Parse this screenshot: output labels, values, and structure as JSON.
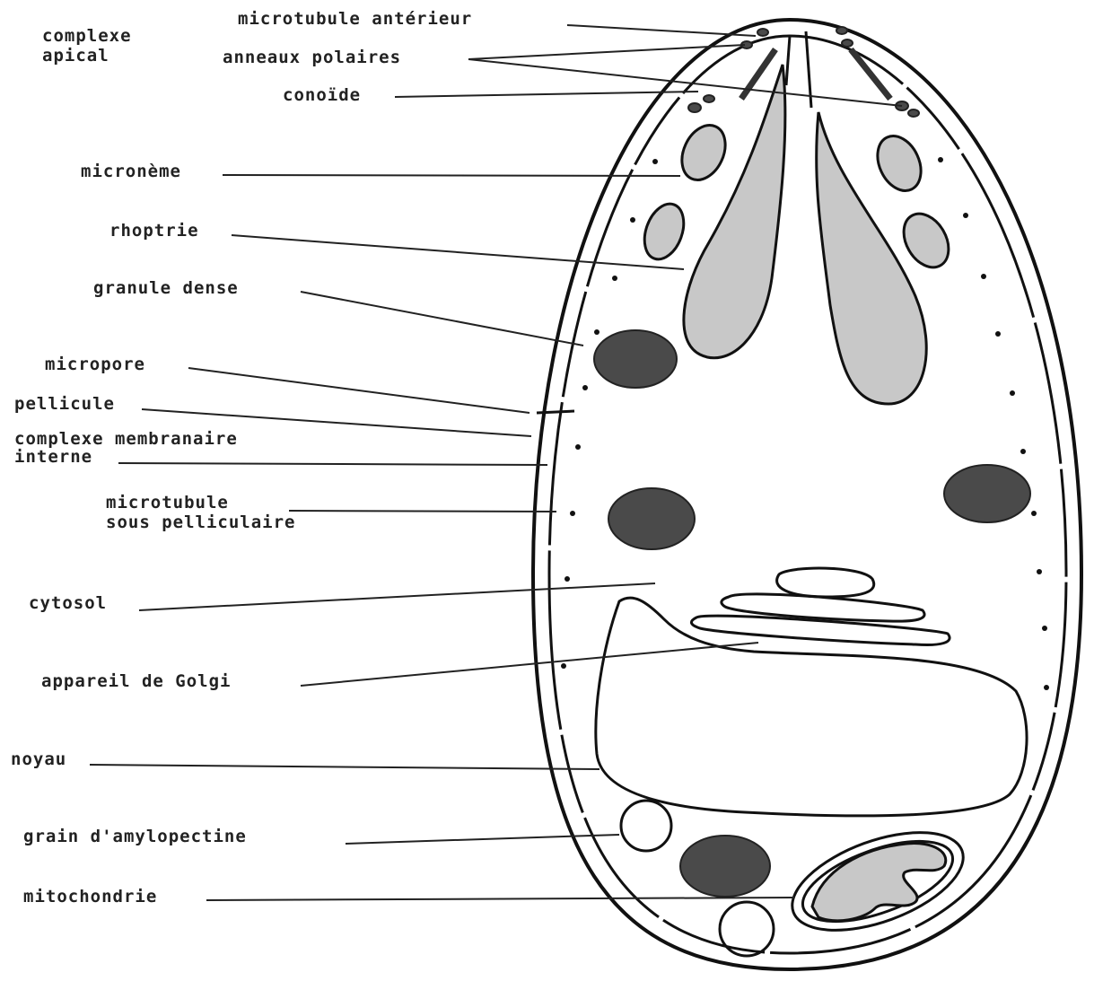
{
  "labels": {
    "apical_complex_1": "complexe",
    "apical_complex_2": "apical",
    "anterior_microtubule": "microtubule antérieur",
    "polar_rings": "anneaux polaires",
    "conoid": "conoïde",
    "microneme": "micronème",
    "rhoptry": "rhoptrie",
    "dense_granule": "granule dense",
    "micropore": "micropore",
    "pellicle": "pellicule",
    "imc_1": "complexe membranaire",
    "imc_2": "interne",
    "subpellicular_1": "microtubule",
    "subpellicular_2": "sous pelliculaire",
    "cytosol": "cytosol",
    "golgi": "appareil de Golgi",
    "nucleus": "noyau",
    "amylopectin": "grain d'amylopectine",
    "mitochondrion": "mitochondrie"
  }
}
